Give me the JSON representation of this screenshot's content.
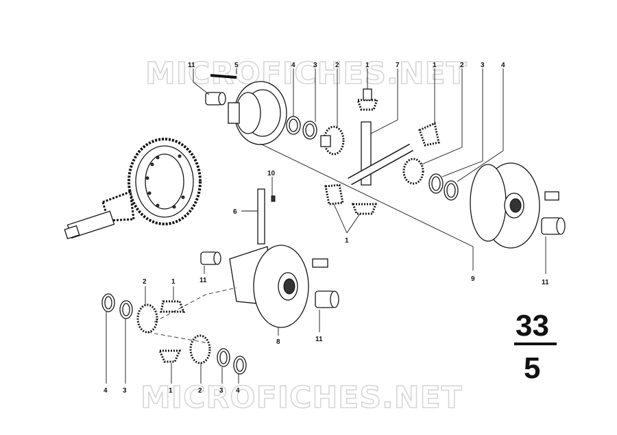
{
  "watermark": {
    "top": "MICROFICHES.NET",
    "bottom": "MICROFICHES.NET"
  },
  "group_number": {
    "top": "33",
    "bottom": "5"
  },
  "callouts": {
    "c_top_11": "11",
    "c_top_5": "5",
    "c_top_4a": "4",
    "c_top_3a": "3",
    "c_top_2a": "2",
    "c_top_1a": "1",
    "c_top_7": "7",
    "c_top_1b": "1",
    "c_top_2b": "2",
    "c_top_3b": "3",
    "c_top_4b": "4",
    "c_mid_10": "10",
    "c_mid_6": "6",
    "c_mid_1": "1",
    "c_mid_9": "9",
    "c_mid_11a": "11",
    "c_mid_11b": "11",
    "c_bl_2": "2",
    "c_bl_1": "1",
    "c_bl_4": "4",
    "c_bl_3": "3",
    "c_bl_8": "8",
    "c_bl_11": "11",
    "c_bot_1": "1",
    "c_bot_2": "2",
    "c_bot_3": "3",
    "c_bot_4": "4"
  },
  "colors": {
    "ink": "#111111",
    "watermark": "#d6d6d6",
    "paper": "#ffffff"
  }
}
